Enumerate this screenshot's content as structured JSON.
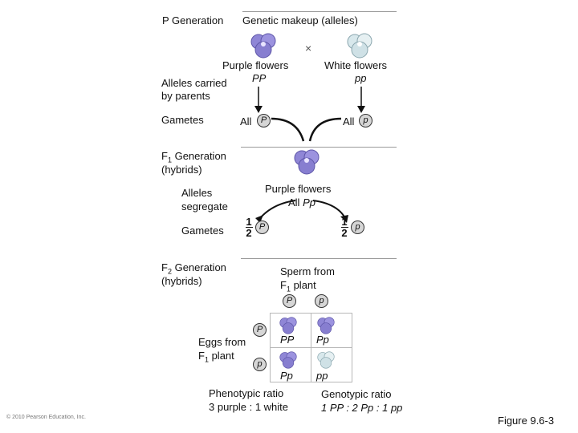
{
  "p_generation": {
    "label": "P Generation",
    "makeup_label": "Genetic makeup (alleles)",
    "cross_symbol": "×",
    "parent_purple": {
      "label": "Purple flowers",
      "alleles": "PP",
      "flower_color": "#8f86d6"
    },
    "parent_white": {
      "label": "White flowers",
      "alleles": "pp",
      "flower_color": "#cfe1e6"
    },
    "alleles_carried_line1": "Alleles carried",
    "alleles_carried_line2": "by parents",
    "gametes_label": "Gametes",
    "gamete_purple_prefix": "All",
    "gamete_purple_allele": "P",
    "gamete_white_prefix": "All",
    "gamete_white_allele": "p"
  },
  "f1_generation": {
    "label_main": "F",
    "label_sub": "1",
    "label_rest": " Generation",
    "label_line2": "(hybrids)",
    "flower_label": "Purple flowers",
    "flower_alleles_prefix": "All ",
    "flower_alleles": "Pp",
    "alleles_segregate_line1": "Alleles",
    "alleles_segregate_line2": "segregate",
    "gametes_label": "Gametes",
    "gamete_left": {
      "numerator": "1",
      "denominator": "2",
      "allele": "P"
    },
    "gamete_right": {
      "numerator": "1",
      "denominator": "2",
      "allele": "p"
    }
  },
  "f2_generation": {
    "label_main": "F",
    "label_sub": "2",
    "label_rest": " Generation",
    "label_line2": "(hybrids)",
    "sperm_label_line1": "Sperm from",
    "sperm_label_line2_main": "F",
    "sperm_label_line2_sub": "1",
    "sperm_label_line2_rest": " plant",
    "sperm_alleles": [
      "P",
      "p"
    ],
    "eggs_label_line1": "Eggs from",
    "eggs_label_line2_main": "F",
    "eggs_label_line2_sub": "1",
    "eggs_label_line2_rest": " plant",
    "egg_alleles": [
      "P",
      "p"
    ],
    "punnett": [
      {
        "genotype": "PP",
        "flower": "purple"
      },
      {
        "genotype": "Pp",
        "flower": "purple"
      },
      {
        "genotype": "Pp",
        "flower": "purple"
      },
      {
        "genotype": "pp",
        "flower": "white"
      }
    ],
    "phenotypic_ratio_title": "Phenotypic ratio",
    "phenotypic_ratio_value": "3 purple : 1 white",
    "genotypic_ratio_title": "Genotypic ratio",
    "genotypic_ratio_value": "1 PP : 2 Pp : 1 pp"
  },
  "footer": {
    "copyright": "© 2010 Pearson Education, Inc.",
    "figure": "Figure 9.6-3"
  },
  "colors": {
    "purple_flower": "#8f86d6",
    "white_flower": "#cfe1e6",
    "rule": "#9a9a9a"
  }
}
